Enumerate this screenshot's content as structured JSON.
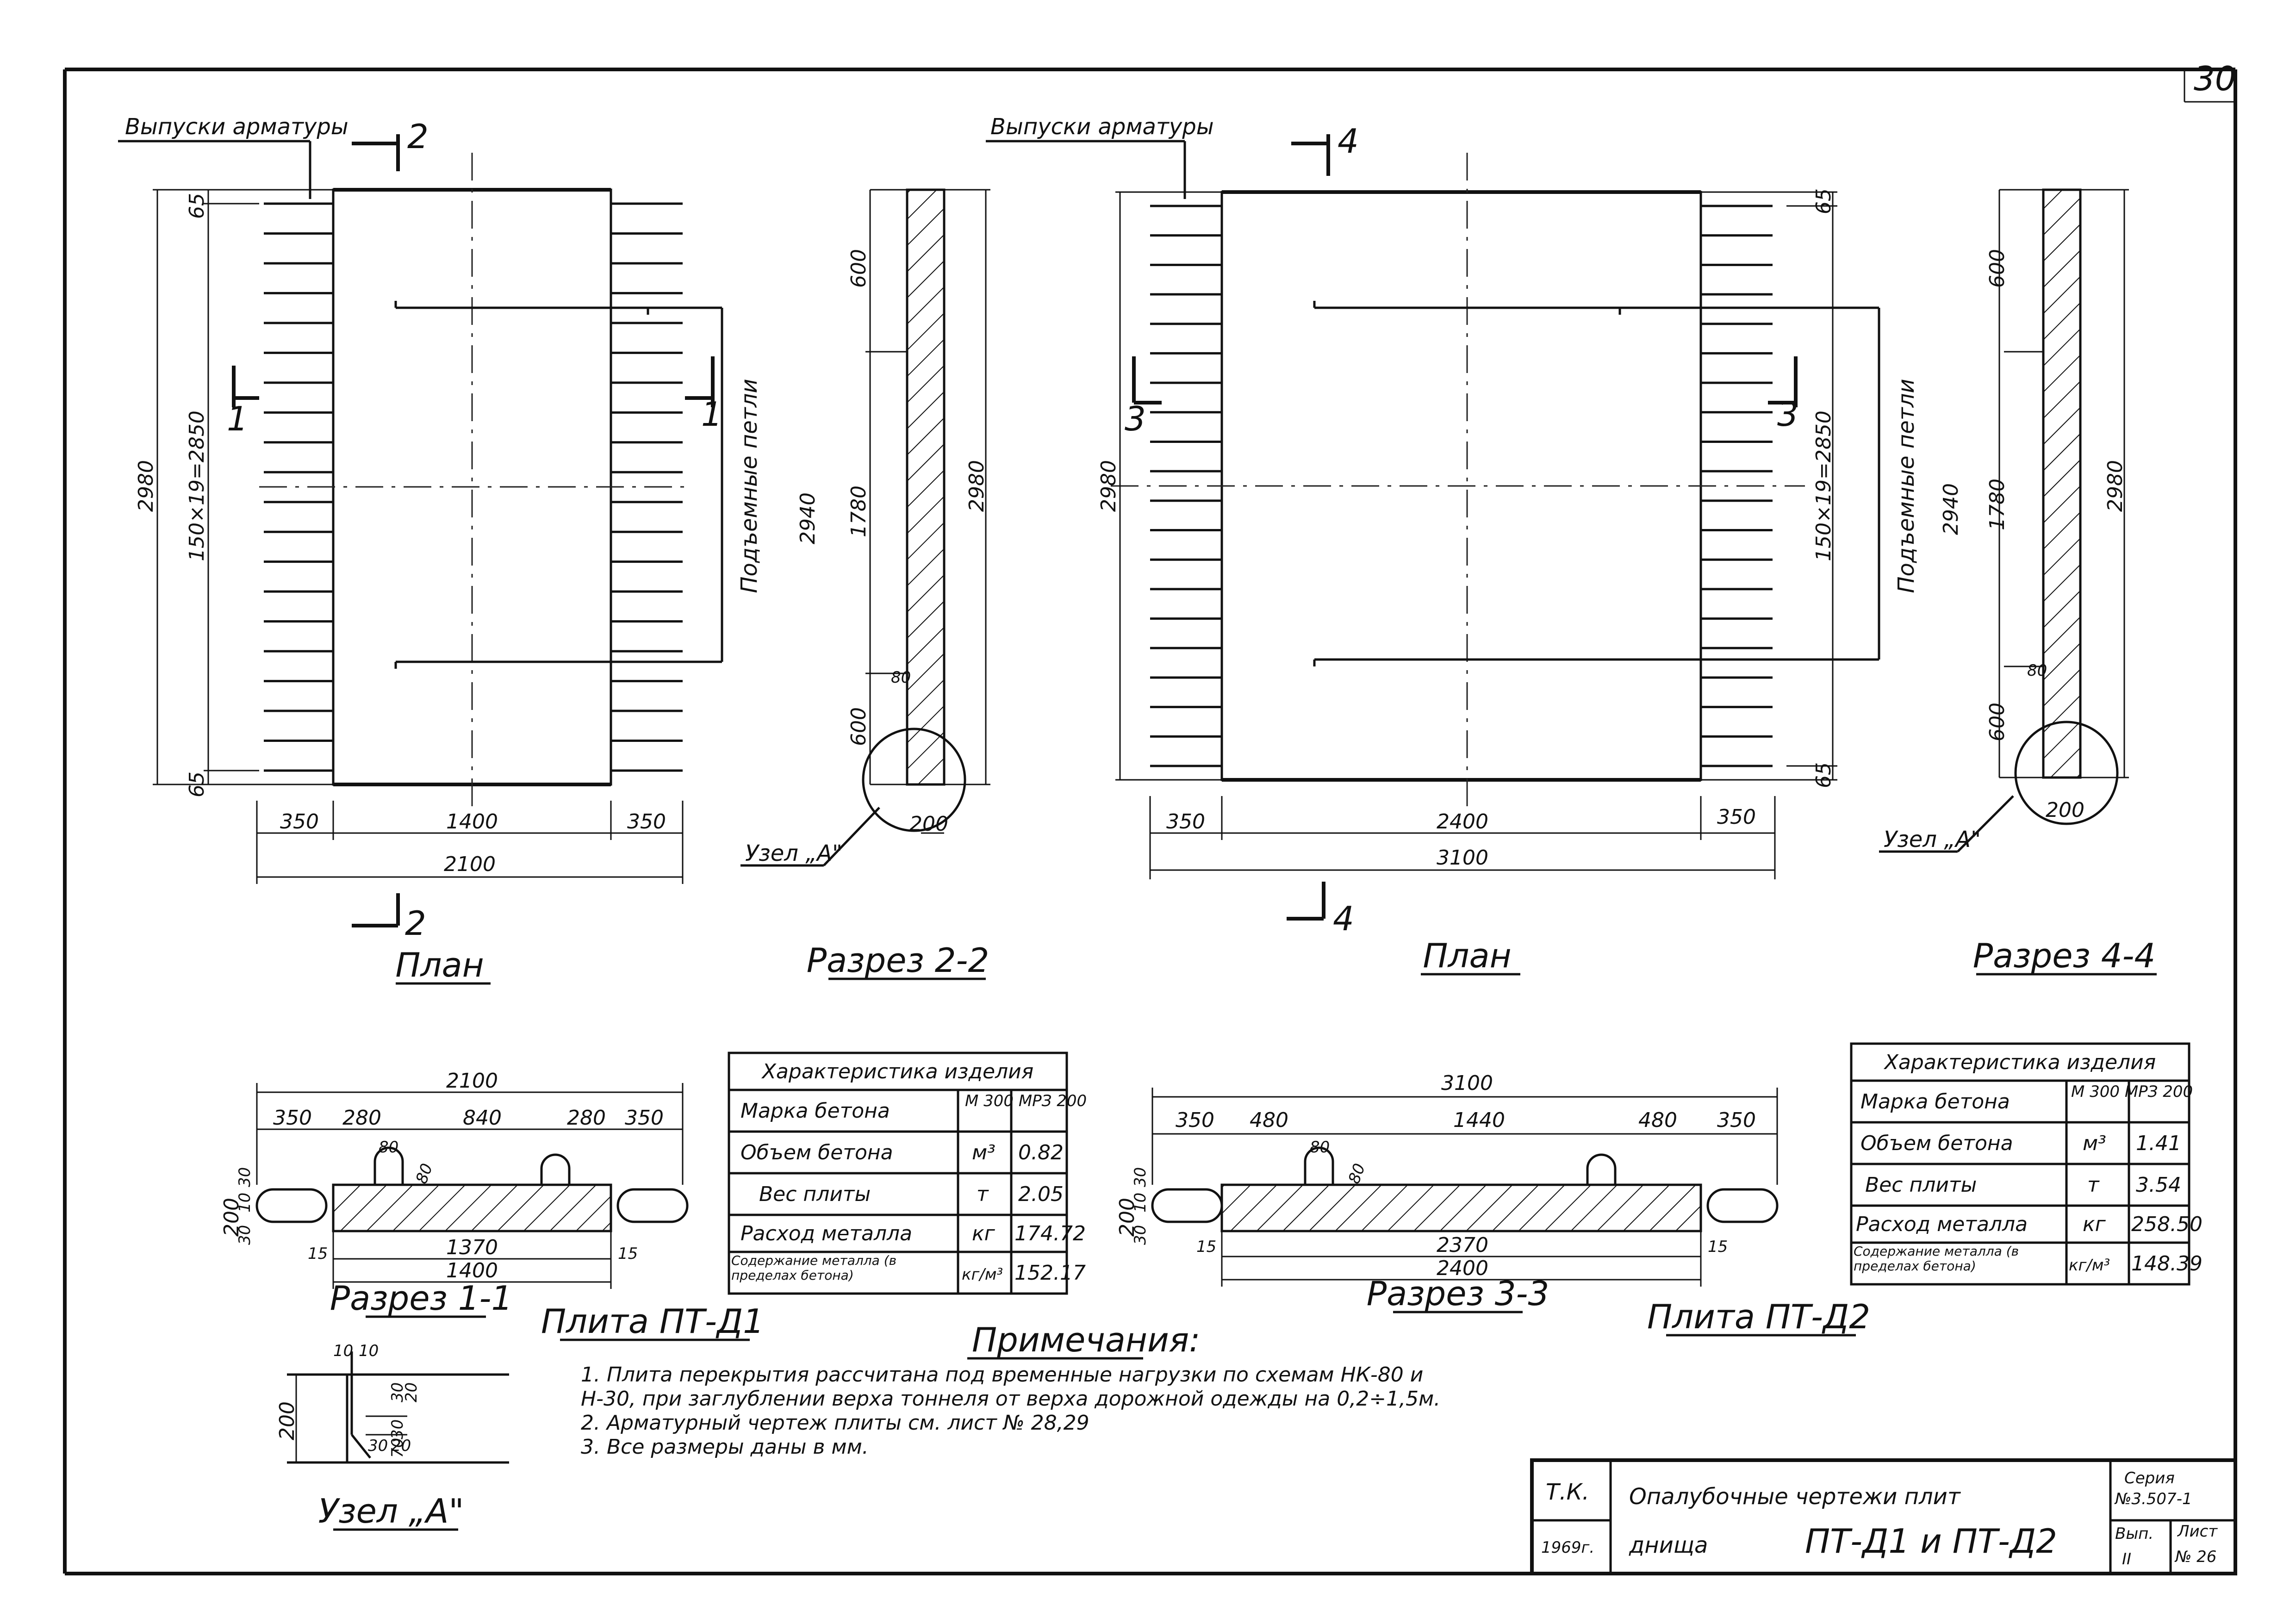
{
  "page": {
    "sheet_number": "30"
  },
  "left": {
    "rebar_label": "Выпуски арматуры",
    "loops_label": "Подъемные петли",
    "plan_title": "План",
    "section_2_title": "Разрез 2-2",
    "section_1_title": "Разрез 1-1",
    "plate_title": "Плита ПТ-Д1",
    "node_ref": "Узел „А\"",
    "cut_2": "2",
    "cut_1": "1",
    "dims": {
      "total_height": "2980",
      "bar_spacing": "150×19=2850",
      "top_offset": "65",
      "bottom_offset": "65",
      "left_350": "350",
      "center_1400": "1400",
      "right_350": "350",
      "total_width": "2100",
      "s22_600_top": "600",
      "s22_1780": "1780",
      "s22_600_bot": "600",
      "s22_2940": "2940",
      "s22_2980": "2980",
      "s22_80": "80",
      "s22_200": "200",
      "s11_2100": "2100",
      "s11_350_l": "350",
      "s11_280_l": "280",
      "s11_840": "840",
      "s11_280_r": "280",
      "s11_350_r": "350",
      "s11_80a": "80",
      "s11_80b": "80",
      "s11_200": "200",
      "s11_30a": "30",
      "s11_10": "10",
      "s11_30b": "30",
      "s11_15l": "15",
      "s11_1370": "1370",
      "s11_15r": "15",
      "s11_1400": "1400"
    },
    "table": {
      "header": "Характеристика изделия",
      "rows": [
        {
          "label": "Марка бетона",
          "unit": "М 300\nМРЗ 200",
          "value": ""
        },
        {
          "label": "Объем бетона",
          "unit": "м³",
          "value": "0.82"
        },
        {
          "label": "Вес плиты",
          "unit": "т",
          "value": "2.05"
        },
        {
          "label": "Расход металла",
          "unit": "кг",
          "value": "174.72"
        },
        {
          "label": "Содержание металла (в пределах бетона)",
          "unit": "кг/м³",
          "value": "152.17"
        }
      ]
    }
  },
  "right": {
    "rebar_label": "Выпуски арматуры",
    "loops_label": "Подъемные петли",
    "plan_title": "План",
    "section_4_title": "Разрез 4-4",
    "section_3_title": "Разрез 3-3",
    "plate_title": "Плита ПТ-Д2",
    "node_ref": "Узел „А\"",
    "cut_4": "4",
    "cut_3": "3",
    "dims": {
      "total_height": "2980",
      "bar_spacing": "150×19=2850",
      "top_offset": "65",
      "bottom_offset": "65",
      "left_350": "350",
      "center_2400": "2400",
      "right_350": "350",
      "total_width": "3100",
      "s44_600_top": "600",
      "s44_1780": "1780",
      "s44_600_bot": "600",
      "s44_2940": "2940",
      "s44_2980": "2980",
      "s44_80": "80",
      "s44_200": "200",
      "s33_3100": "3100",
      "s33_350_l": "350",
      "s33_480_l": "480",
      "s33_1440": "1440",
      "s33_480_r": "480",
      "s33_350_r": "350",
      "s33_80a": "80",
      "s33_80b": "80",
      "s33_200": "200",
      "s33_30a": "30",
      "s33_10": "10",
      "s33_30b": "30",
      "s33_15l": "15",
      "s33_2370": "2370",
      "s33_15r": "15",
      "s33_2400": "2400"
    },
    "table": {
      "header": "Характеристика изделия",
      "rows": [
        {
          "label": "Марка бетона",
          "unit": "М 300\nМРЗ 200",
          "value": ""
        },
        {
          "label": "Объем бетона",
          "unit": "м³",
          "value": "1.41"
        },
        {
          "label": "Вес плиты",
          "unit": "т",
          "value": "3.54"
        },
        {
          "label": "Расход металла",
          "unit": "кг",
          "value": "258.50"
        },
        {
          "label": "Содержание металла (в пределах бетона)",
          "unit": "кг/м³",
          "value": "148.39"
        }
      ]
    }
  },
  "node_a": {
    "title": "Узел „А\"",
    "d10a": "10",
    "d10b": "10",
    "d200": "200",
    "d30": "30",
    "d20": "20",
    "d30b": "30",
    "d70": "70",
    "d30c": "30",
    "d20b": "20"
  },
  "notes": {
    "title": "Примечания:",
    "items": [
      "1. Плита перекрытия рассчитана под временные нагрузки по схемам НК-80 и Н-30, при заглублении верха тоннеля от верха дорожной одежды на 0,2÷1,5м.",
      "2. Арматурный чертеж плиты см. лист № 28,29",
      "3. Все размеры даны в мм."
    ]
  },
  "title_block": {
    "org": "Т.К.",
    "year": "1969г.",
    "title_line1": "Опалубочные чертежи плит",
    "title_line2": "днища",
    "title_codes": "ПТ-Д1 и ПТ-Д2",
    "series_label": "Серия",
    "series_value": "№3.507-1",
    "issue_label": "Вып.",
    "issue_value": "II",
    "sheet_label": "Лист",
    "sheet_value": "№ 26"
  }
}
